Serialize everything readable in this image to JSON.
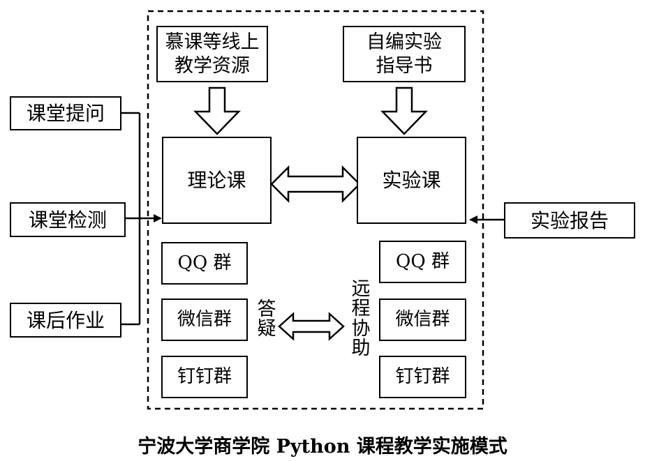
{
  "resources": {
    "mooc": "慕课等线上\n教学资源",
    "lab_manual": "自编实验\n指导书"
  },
  "courses": {
    "theory": "理论课",
    "lab": "实验课"
  },
  "inputs_left": [
    "课堂提问",
    "课堂检测",
    "课后作业"
  ],
  "input_right": "实验报告",
  "groups_left": [
    "QQ 群",
    "微信群",
    "钉钉群"
  ],
  "groups_right": [
    "QQ 群",
    "微信群",
    "钉钉群"
  ],
  "labels": {
    "qa": "答\n疑",
    "remote": "远\n程\n协\n助"
  },
  "caption": "宁波大学商学院 Python 课程教学实施模式"
}
